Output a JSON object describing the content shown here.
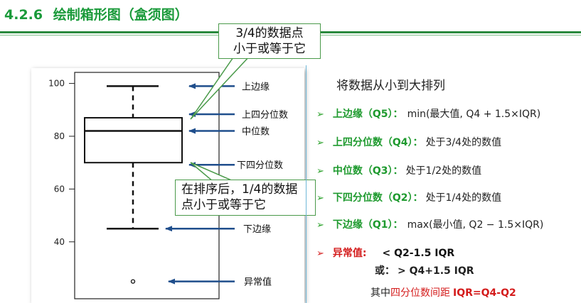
{
  "title": {
    "number": "4.2.6",
    "text": "绘制箱形图（盒须图）"
  },
  "callouts": {
    "top_line1": "3/4的数据点",
    "top_line2": "小于或等于它",
    "bottom_line1": "在排序后，1/4的数据",
    "bottom_line2": "点小于或等于它"
  },
  "chart_data": {
    "type": "box",
    "y_ticks": [
      "100",
      "80",
      "60",
      "40"
    ],
    "ylim": [
      20,
      105
    ],
    "box": {
      "lower_whisker": 45,
      "q1": 70,
      "median": 82,
      "q3": 87,
      "upper_whisker": 99
    },
    "outliers": [
      25
    ],
    "annotations": [
      "上边缘",
      "上四分位数",
      "中位数",
      "下四分位数",
      "下边缘",
      "异常值"
    ]
  },
  "panel": {
    "heading": "将数据从小到大排列",
    "items": [
      {
        "term": "上边缘（Q5）：",
        "desc": "min(最大值, Q4 + 1.5×IQR)"
      },
      {
        "term": "上四分位数（Q4）：",
        "desc": "处于3/4处的数值"
      },
      {
        "term": "中位数（Q3）：",
        "desc": "处于1/2处的数值"
      },
      {
        "term": "下四分位数（Q2）：",
        "desc": "处于1/4处的数值"
      },
      {
        "term": "下边缘（Q1）：",
        "desc": "max(最小值, Q2 − 1.5×IQR)"
      }
    ],
    "outlier_label": "异常值:",
    "outlier_rule1": "< Q2-1.5 IQR",
    "outlier_or": "或：",
    "outlier_rule2": "> Q4+1.5 IQR",
    "iqr_prefix": "其中",
    "iqr_term": "四分位数间距",
    "iqr_formula": "IQR=Q4-Q2"
  },
  "colors": {
    "title_green": "#1a9a3a",
    "term_green": "#1e9a2e",
    "arrow_blue": "#1f4e8c",
    "alert_red": "#d41c1c",
    "panel_border": "#6fb7d8"
  }
}
